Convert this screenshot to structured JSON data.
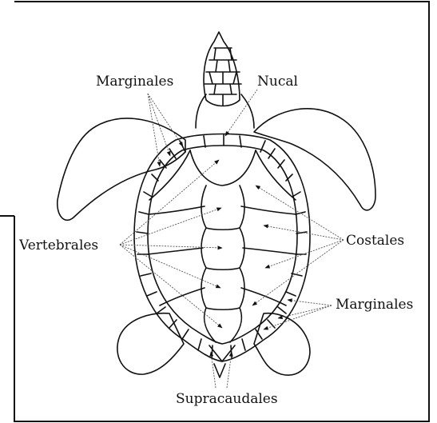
{
  "labels": {
    "marginales_top": "Marginales",
    "nucal": "Nucal",
    "vertebrales": "Vertebrales",
    "costales": "Costales",
    "marginales_right": "Marginales",
    "supracaudales": "Supracaudales"
  },
  "colors": {
    "line": "#111111",
    "background": "#ffffff"
  }
}
